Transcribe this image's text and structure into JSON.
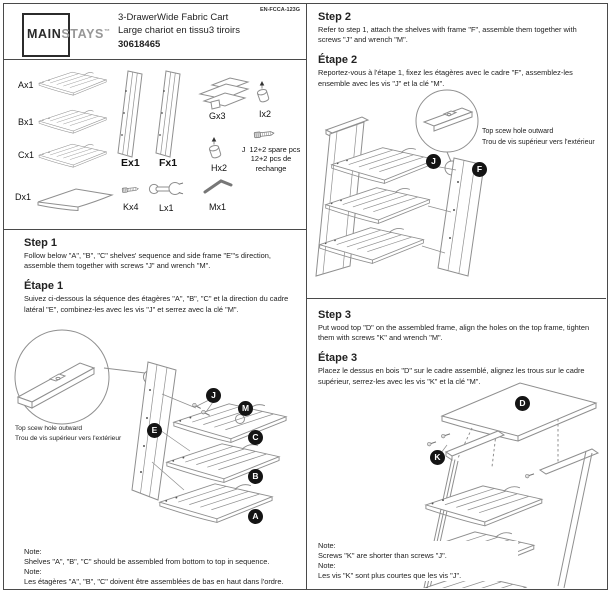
{
  "header": {
    "logo_main": "MAIN",
    "logo_stays": "STAYS",
    "logo_tm": "™",
    "title_en": "3-DrawerWide Fabric Cart",
    "title_fr": "Large chariot en tissu3 tiroirs",
    "model": "30618465",
    "doc_code": "EN-FCCA-123G"
  },
  "parts": {
    "a": "Ax1",
    "b": "Bx1",
    "c": "Cx1",
    "d": "Dx1",
    "e": "Ex1",
    "f": "Fx1",
    "g": "Gx3",
    "i": "Ix2",
    "h": "Hx2",
    "j_label": "J",
    "j_qty_en": "12+2 spare pcs",
    "j_qty_fr": "12+2 pcs de rechange",
    "k": "Kx4",
    "l": "Lx1",
    "m": "Mx1"
  },
  "step1": {
    "title_en": "Step 1",
    "body_en": "Follow below \"A\", \"B\", \"C\" shelves' sequence and side frame \"E\"'s direction, assemble them together with screws \"J\" and wrench \"M\".",
    "title_fr": "Étape 1",
    "body_fr": "Suivez ci-dessous la séquence des étagères \"A\", \"B\", \"C\" et la direction du cadre latéral \"E\", combinez-les avec les vis \"J\" et serrez avec la clé \"M\".",
    "annotation_en": "Top scew hole outward",
    "annotation_fr": "Trou de vis supérieur vers l'extérieur",
    "callouts": {
      "j": "J",
      "m": "M",
      "e": "E",
      "c": "C",
      "b": "B",
      "a": "A"
    }
  },
  "step2": {
    "title_en": "Step 2",
    "body_en": "Refer to step 1, attach the shelves with frame \"F\", assemble them together with screws \"J\" and wrench \"M\".",
    "title_fr": "Étape 2",
    "body_fr": "Reportez-vous à l'étape 1, fixez les étagères avec le cadre \"F\", assemblez-les ensemble avec les vis \"J\" et la clé \"M\".",
    "annotation_en": "Top scew hole outward",
    "annotation_fr": "Trou de vis supérieur vers l'extérieur",
    "callouts": {
      "j": "J",
      "f": "F"
    }
  },
  "step3": {
    "title_en": "Step 3",
    "body_en": "Put wood top \"D\" on the assembled frame, align the holes on the top frame, tighten them with screws \"K\" and wrench \"M\".",
    "title_fr": "Étape 3",
    "body_fr": "Placez le dessus en bois \"D\" sur le cadre assemblé, alignez les trous sur le cadre supérieur, serrez-les avec les vis \"K\" et la clé \"M\".",
    "callouts": {
      "d": "D",
      "k": "K"
    }
  },
  "notes_step1": {
    "label1": "Note:",
    "text_en": "Shelves \"A\", \"B\", \"C\" should be assembled from bottom to top in sequence.",
    "label2": "Note:",
    "text_fr": "Les étagères \"A\", \"B\", \"C\" doivent être assemblées de bas en haut dans l'ordre."
  },
  "notes_step3": {
    "label1": "Note:",
    "text_en": "Screws \"K\" are shorter than screws \"J\".",
    "label2": "Note:",
    "text_fr": "Les vis \"K\" sont plus courtes que les vis \"J\"."
  },
  "colors": {
    "line_art": "#8f8f8f",
    "callout_bg": "#141414",
    "border": "#4a4a4a"
  }
}
